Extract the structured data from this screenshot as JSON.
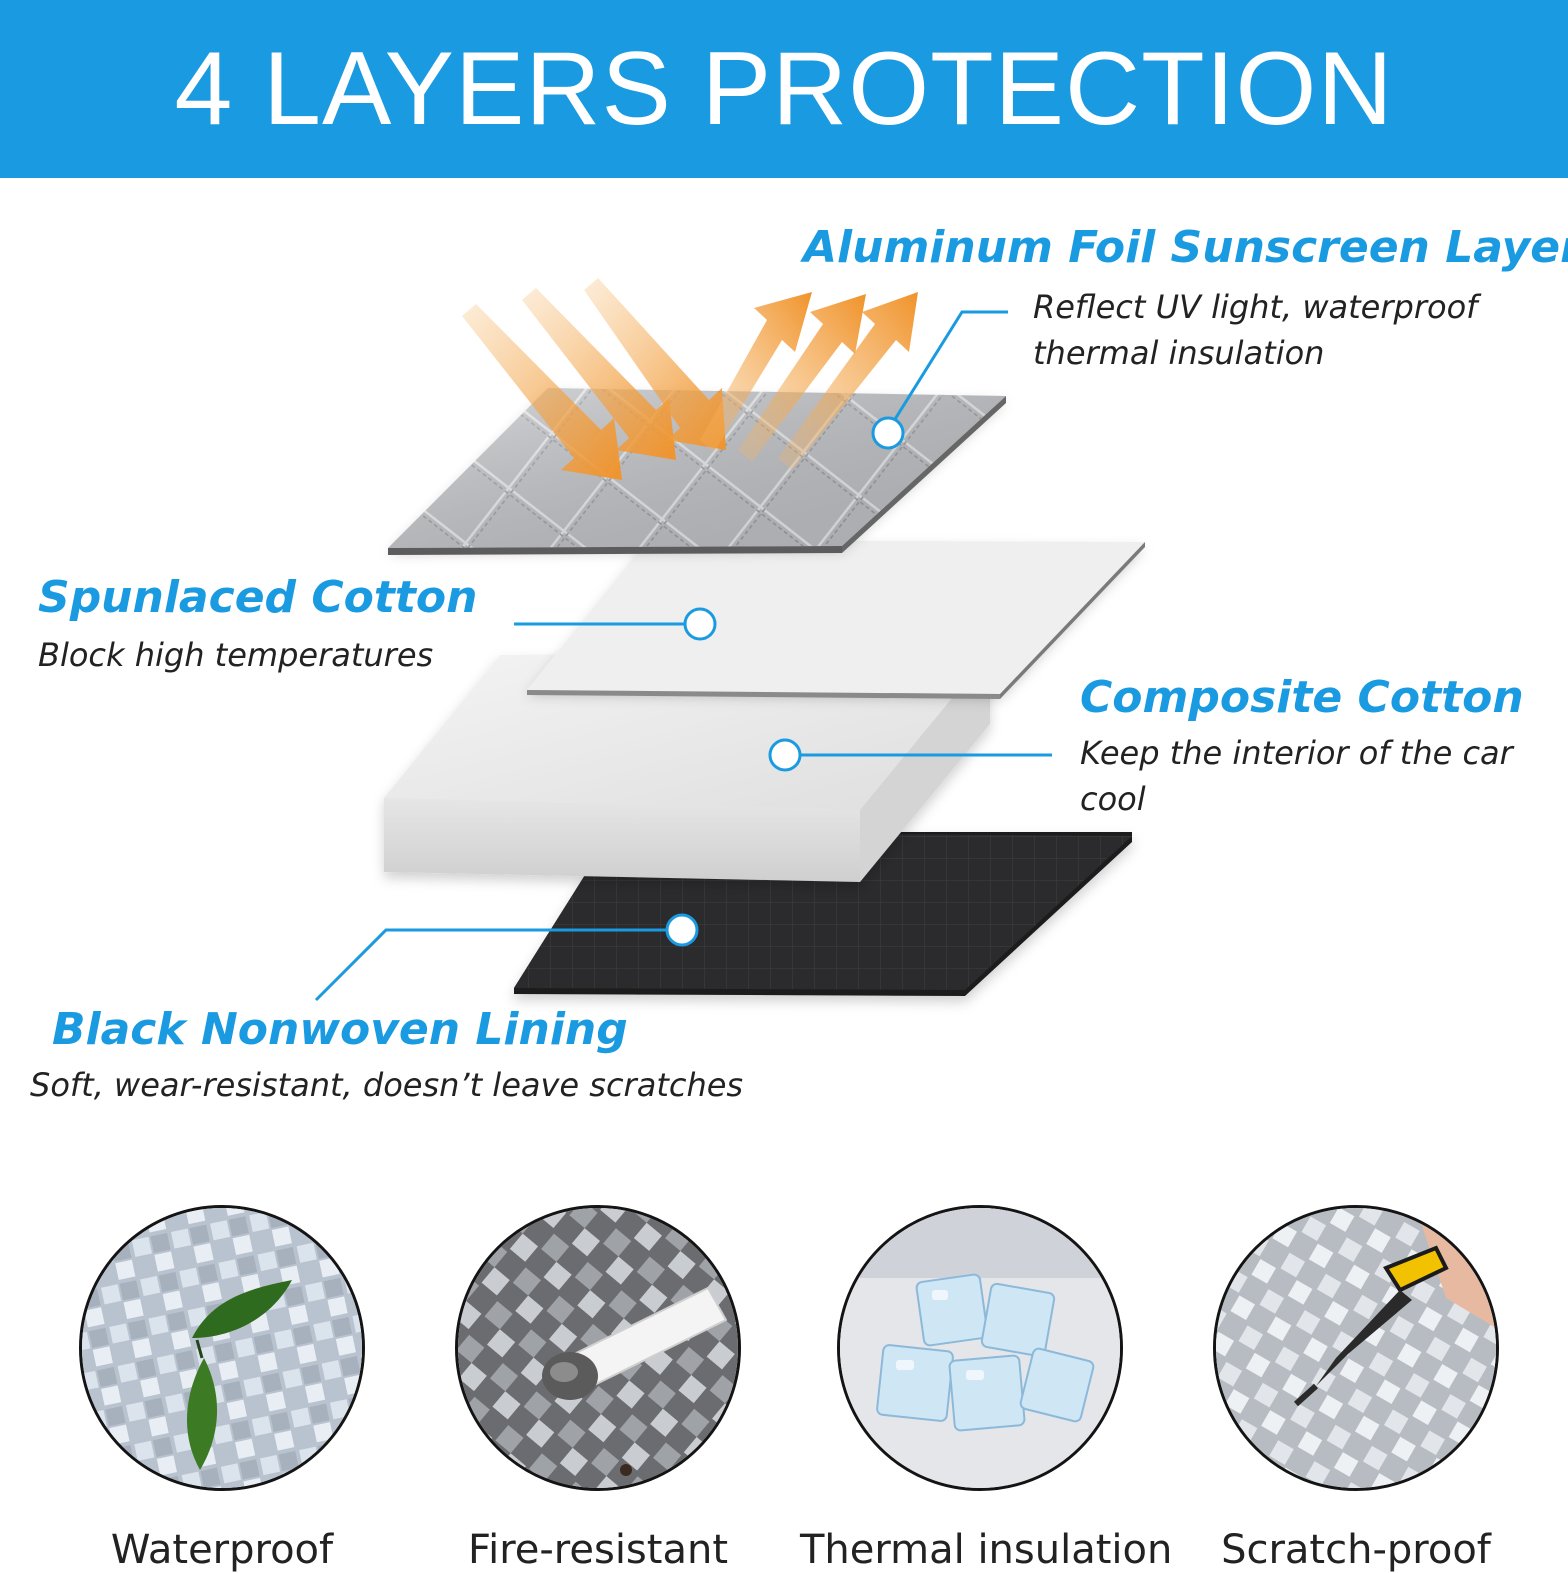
{
  "banner": {
    "title": "4 LAYERS PROTECTION"
  },
  "colors": {
    "accent": "#1a9ae0",
    "arrow": "#f0932b"
  },
  "layers": [
    {
      "title": "Aluminum Foil Sunscreen Layer",
      "description": "Reflect UV light, waterproof thermal insulation"
    },
    {
      "title": "Spunlaced Cotton",
      "description": "Block high temperatures"
    },
    {
      "title": "Composite Cotton",
      "description": "Keep the interior of the car cool"
    },
    {
      "title": "Black Nonwoven Lining",
      "description": "Soft, wear-resistant, doesn’t leave scratches"
    }
  ],
  "features": [
    {
      "label": "Waterproof",
      "icon": "leaf-on-foil-icon"
    },
    {
      "label": "Fire-resistant",
      "icon": "cigarette-on-foil-icon"
    },
    {
      "label": "Thermal insulation",
      "icon": "ice-cubes-icon"
    },
    {
      "label": "Scratch-proof",
      "icon": "pliers-on-foil-icon"
    }
  ]
}
